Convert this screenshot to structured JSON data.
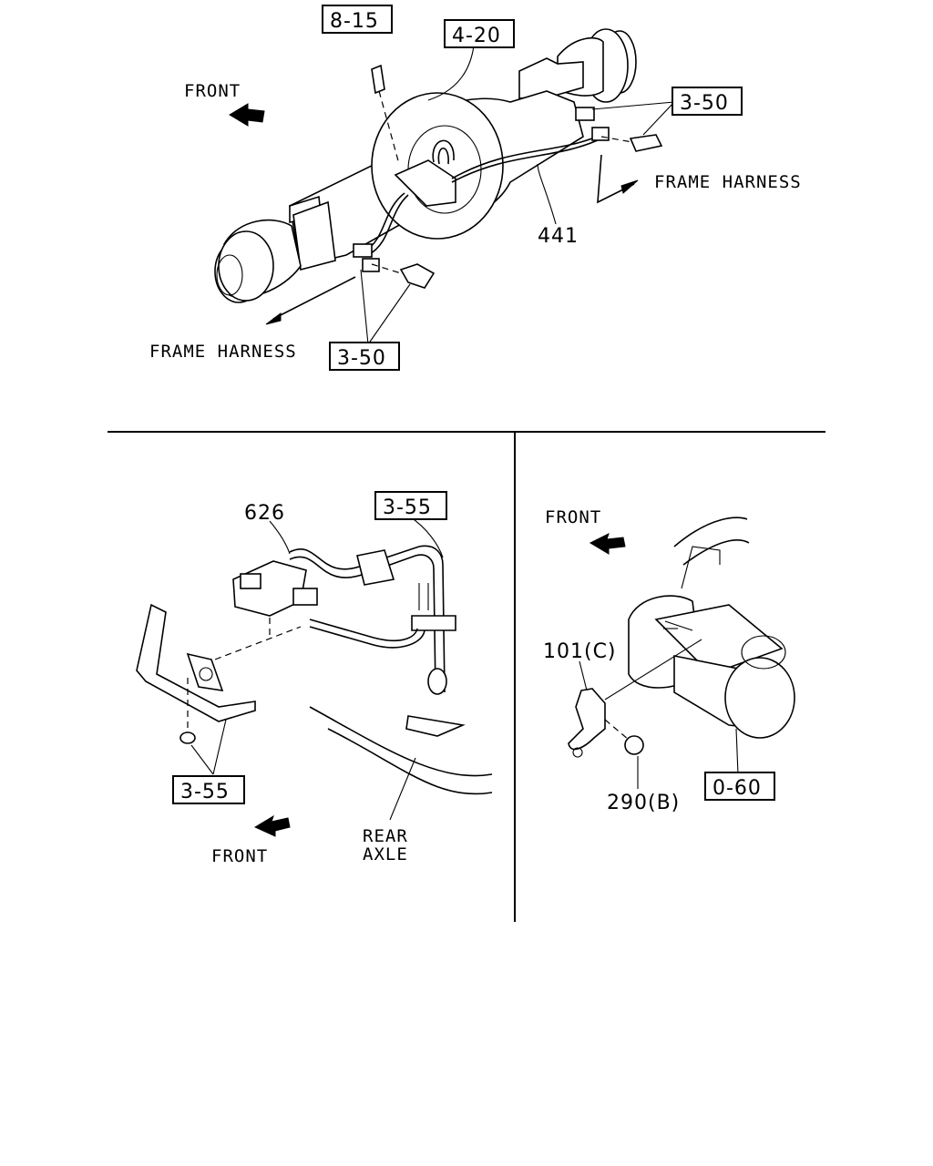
{
  "labels": {
    "front": "FRONT",
    "frame_harness": "FRAME HARNESS",
    "rear_axle_line1": "REAR",
    "rear_axle_line2": "AXLE"
  },
  "refs": {
    "r_8_15": "8-15",
    "r_4_20": "4-20",
    "r_3_50": "3-50",
    "r_3_55": "3-55",
    "r_0_60": "0-60"
  },
  "parts": {
    "p441": "441",
    "p626": "626",
    "p101c": "101(C)",
    "p290b": "290(B)"
  }
}
